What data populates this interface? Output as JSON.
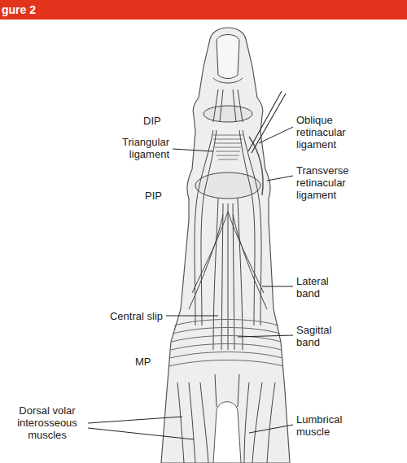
{
  "diagram": {
    "title": "gure 2",
    "labels": [
      "DIP",
      "Oblique retinacular ligament",
      "Triangular ligament",
      "Transverse retinacular ligament",
      "PIP",
      "Lateral band",
      "Central slip",
      "MP",
      "Sagittal band",
      "Dorsal volar interosseous muscles",
      "Lumbrical muscle"
    ]
  }
}
